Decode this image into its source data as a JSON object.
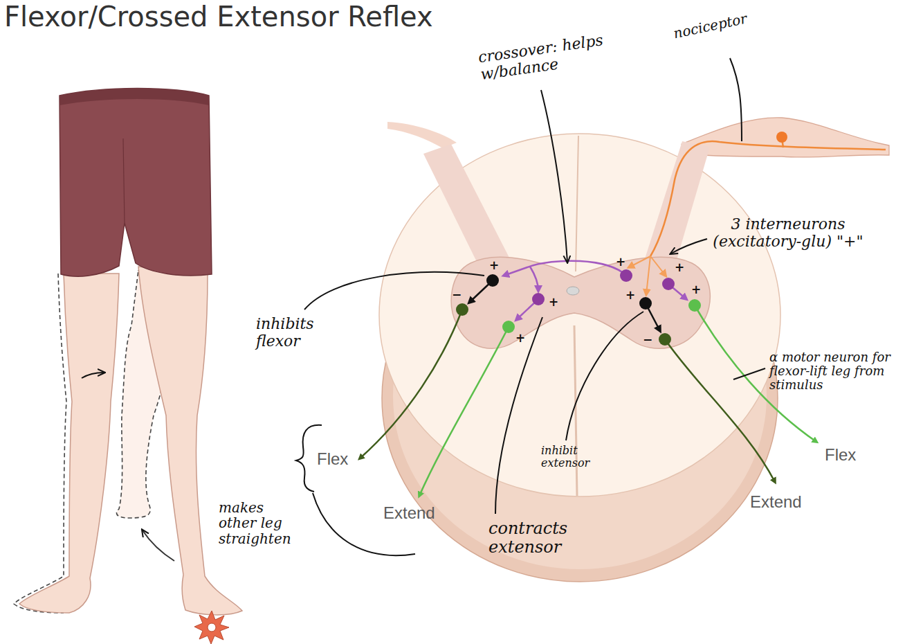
{
  "diagram": {
    "title": "Flexor/Crossed Extensor Reflex",
    "labels": [
      "crossover: helps w/balance",
      "nociceptor",
      "3 interneurons (excitatory-glu) \"+\"",
      "inhibits flexor",
      "α motor neuron for flexor-lift leg from stimulus",
      "inhibit extensor",
      "contracts extensor",
      "makes other leg straighten",
      "Flex",
      "Extend",
      "Flex",
      "Extend",
      "+",
      "−",
      "+",
      "+",
      "+",
      "+",
      "+",
      "+",
      "−"
    ]
  }
}
